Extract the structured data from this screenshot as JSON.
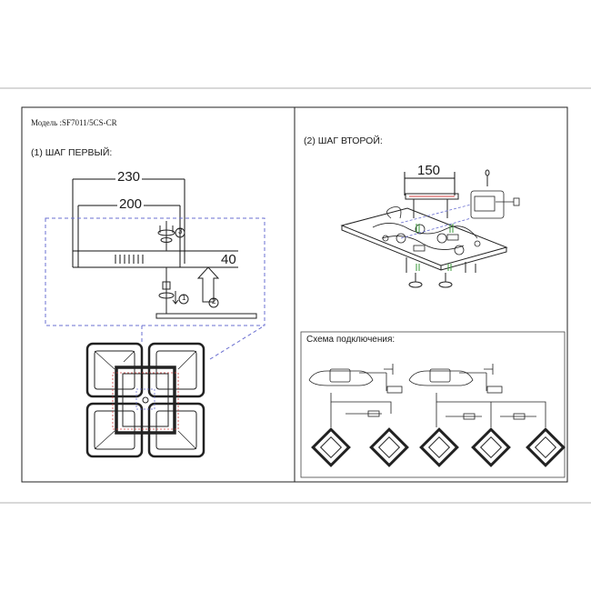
{
  "header": {
    "model_label": "Модель :SF7011/5CS-CR"
  },
  "left_panel": {
    "step_title": "(1)  ШАГ ПЕРВЫЙ:",
    "dim_outer": "230",
    "dim_inner": "200",
    "dim_height": "40",
    "callout_1": "1",
    "callout_2": "2",
    "callout_3": "3"
  },
  "right_panel": {
    "step_title": "(2)  ШАГ ВТОРОЙ:",
    "dim_width": "150"
  },
  "wiring": {
    "title": "Схема подключения:"
  }
}
